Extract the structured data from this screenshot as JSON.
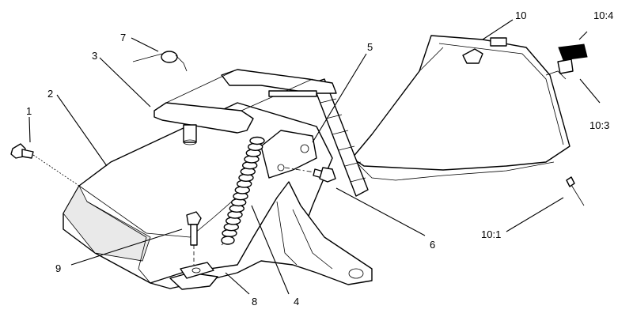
{
  "diagram": {
    "callouts": {
      "c1": "1",
      "c2": "2",
      "c3": "3",
      "c4": "4",
      "c5": "5",
      "c6": "6",
      "c7": "7",
      "c8": "8",
      "c9": "9",
      "c10": "10",
      "c10_1": "10:1",
      "c10_3": "10:3",
      "c10_4": "10:4"
    }
  }
}
